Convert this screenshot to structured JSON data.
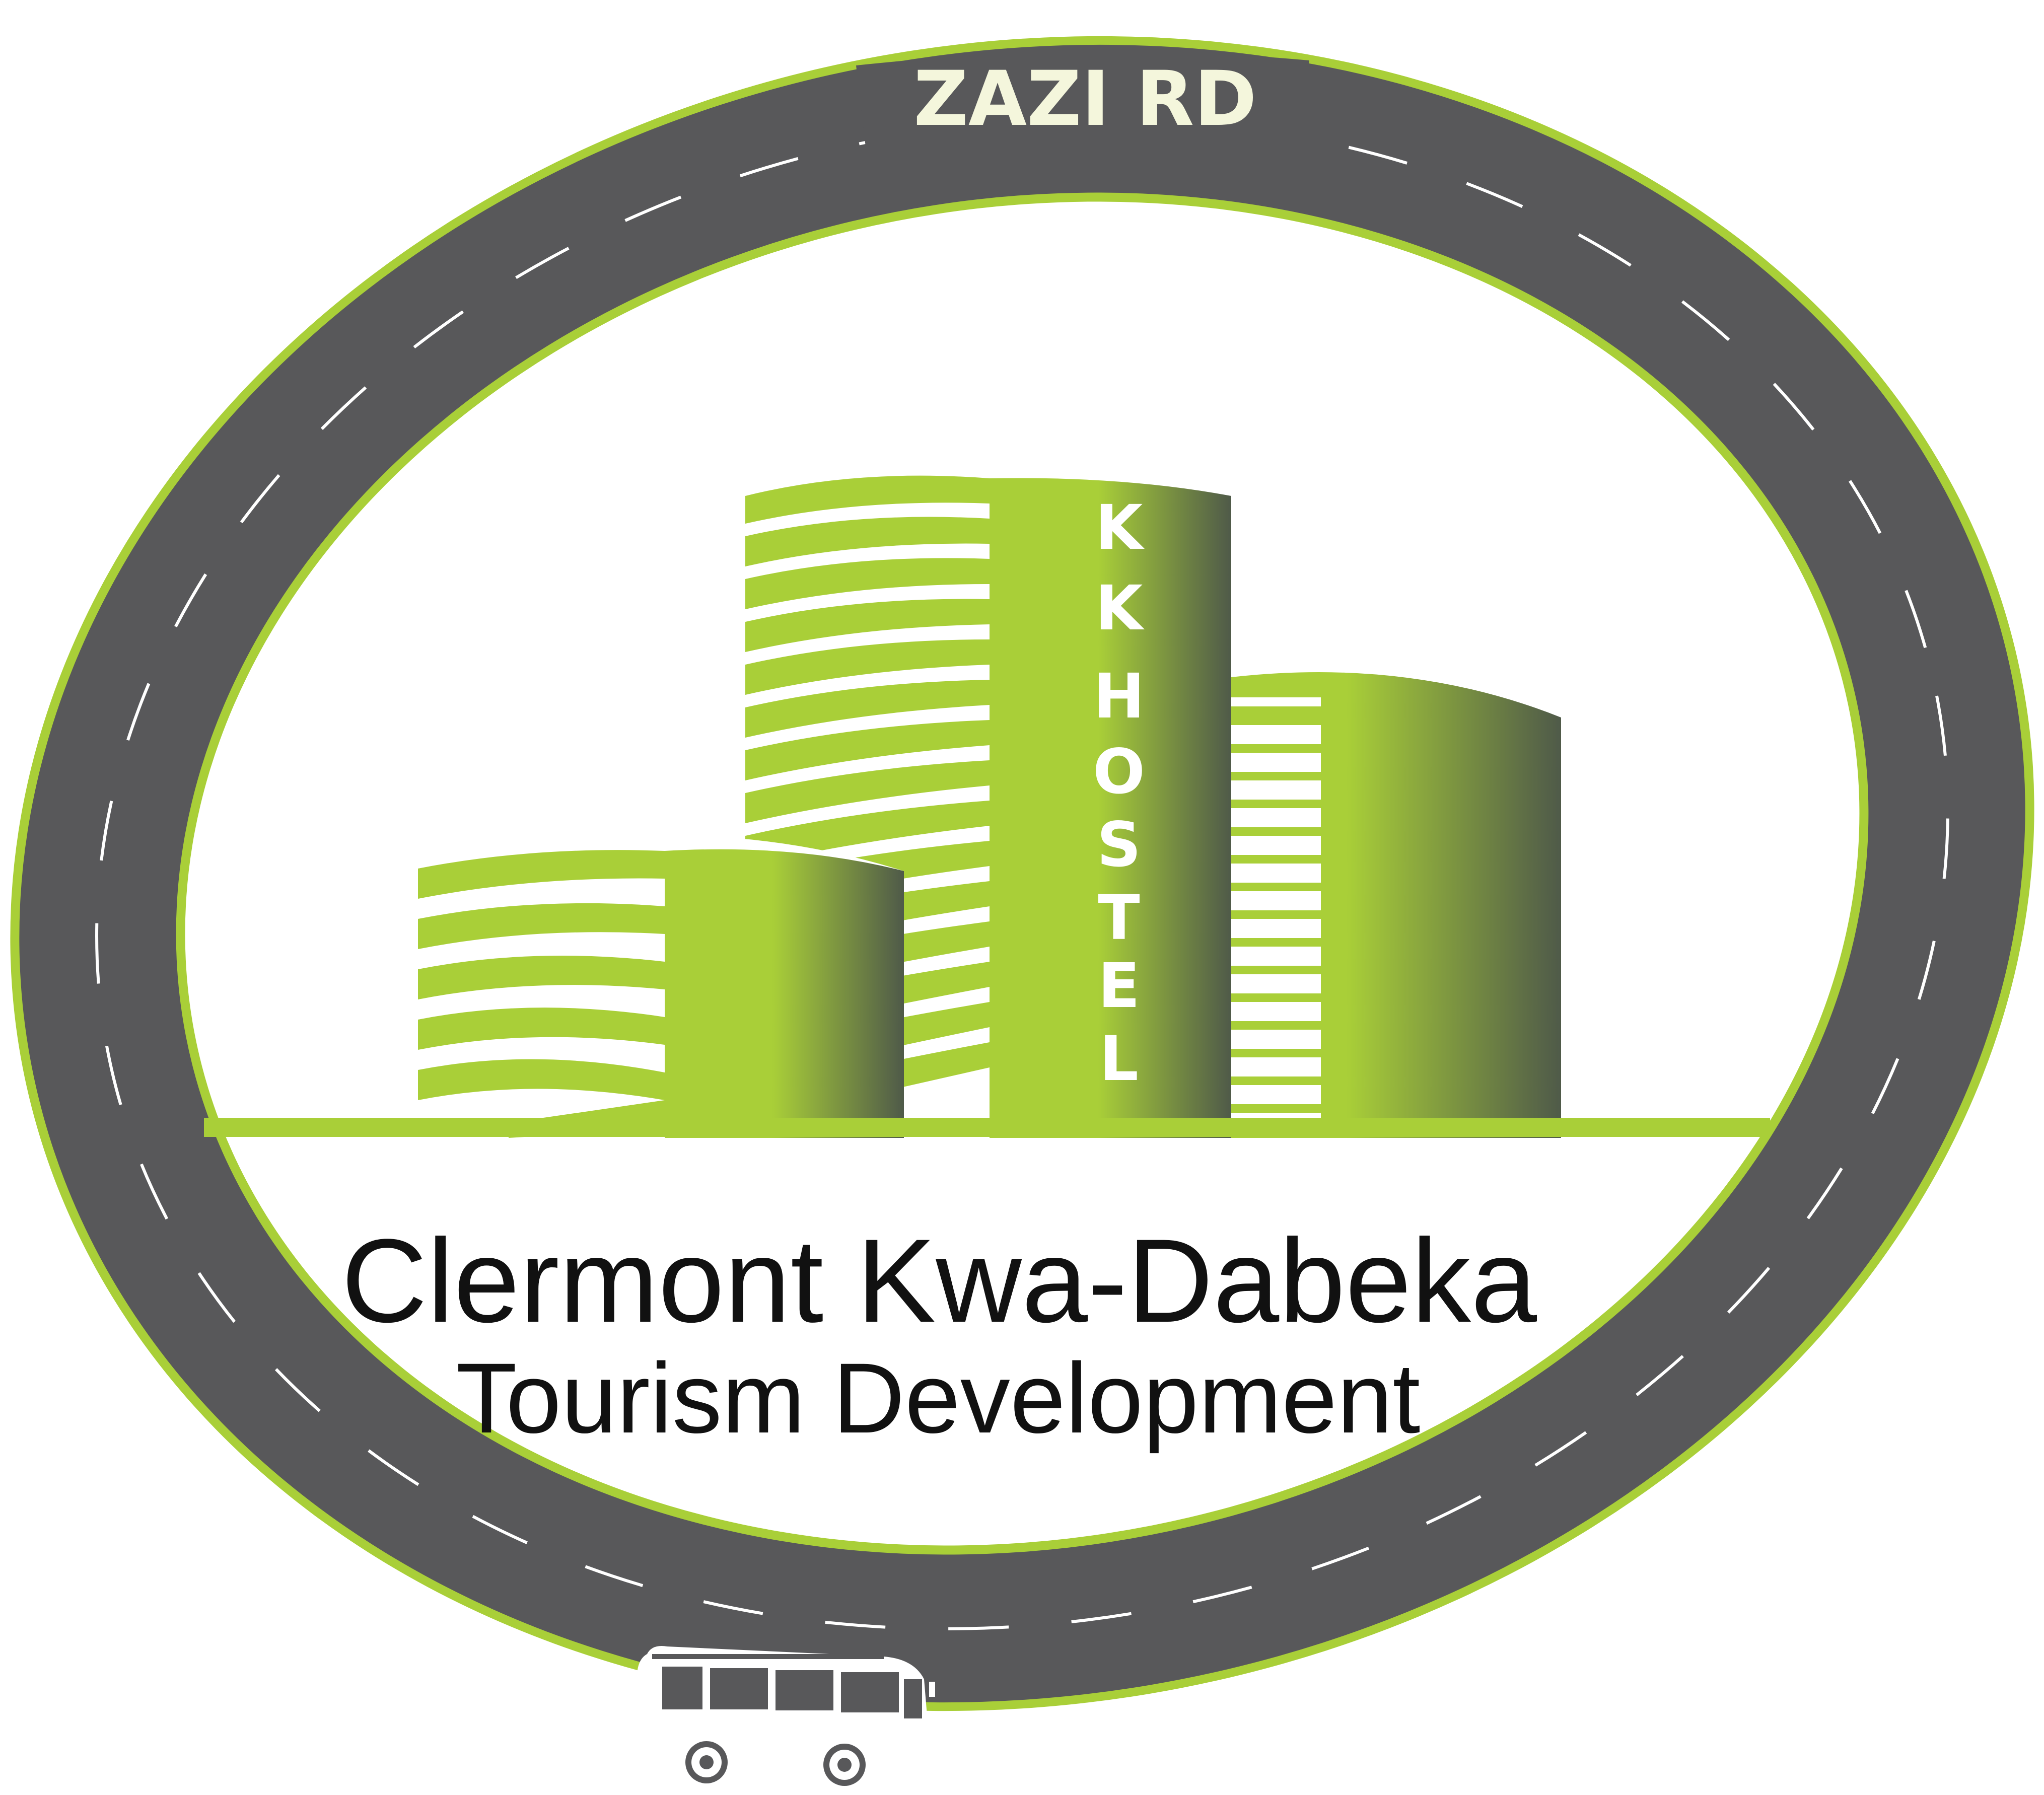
{
  "road": {
    "name": "ZAZI RD"
  },
  "hostel": {
    "sign": "KK HOSTEL",
    "letters": [
      "K",
      "K",
      "H",
      "O",
      "S",
      "T",
      "E",
      "L"
    ]
  },
  "caption": {
    "title": "Clermont Kwa-Dabeka",
    "subtitle": "Tourism Development"
  },
  "icons": {
    "vehicle": "bus-icon"
  },
  "colors": {
    "accent": "#a9cf38",
    "road": "#58585a",
    "road_marking": "#ffffff",
    "road_text": "#f4f6dc",
    "shadow": "#4f5a49",
    "text": "#111111"
  }
}
